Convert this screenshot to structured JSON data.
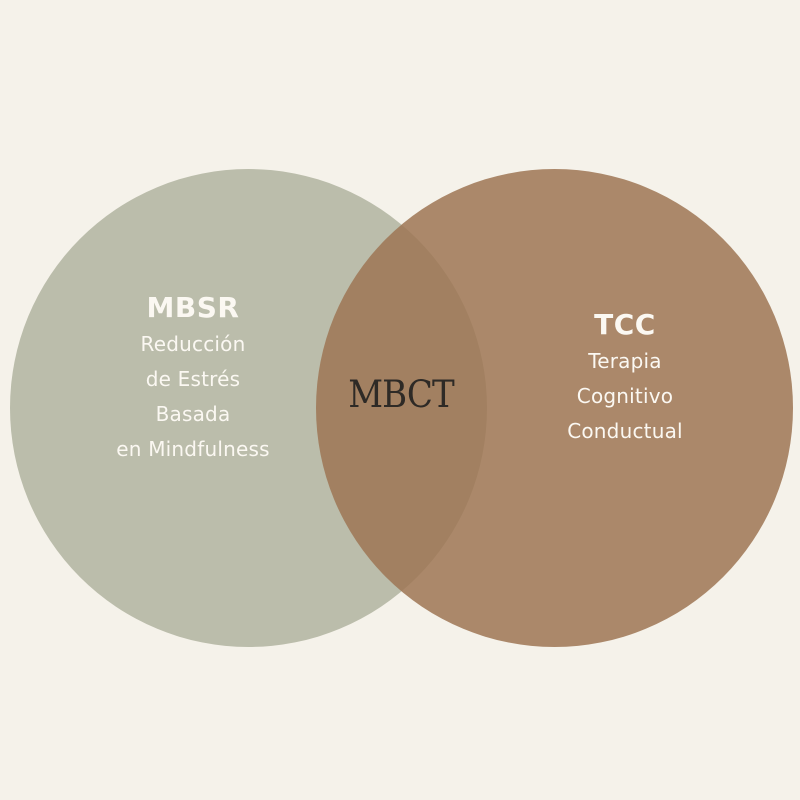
{
  "diagram": {
    "type": "venn",
    "background_color": "#F5F2EA",
    "left_set": {
      "title": "MBSR",
      "lines": [
        "Reducción",
        "de Estrés",
        "Basada",
        "en Mindfulness"
      ],
      "color": "#BBBDAB"
    },
    "right_set": {
      "title": "TCC",
      "lines": [
        "Terapia",
        "Cognitivo",
        "Conductual"
      ],
      "color": "#A98769"
    },
    "intersection": {
      "label": "MBCT",
      "color": "#957252"
    }
  }
}
